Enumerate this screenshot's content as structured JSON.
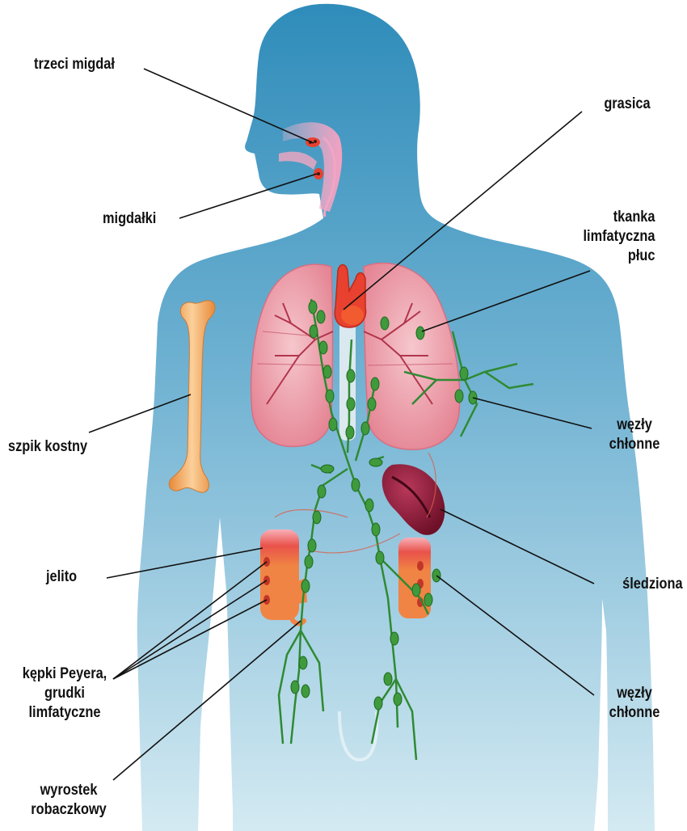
{
  "labels": {
    "trzeci_migdal": "trzeci migdał",
    "migdalki": "migdałki",
    "grasica": "grasica",
    "tkanka": [
      "tkanka",
      "limfatyczna",
      "płuc"
    ],
    "wezly_upper": [
      "węzły",
      "chłonne"
    ],
    "szpik": "szpik kostny",
    "jelito": "jelito",
    "sledziona": "śledziona",
    "kepki": [
      "kępki Peyera,",
      "grudki",
      "limfatyczne"
    ],
    "wezly_lower": [
      "węzły",
      "chłonne"
    ],
    "wyrostek": [
      "wyrostek",
      "robaczkowy"
    ]
  },
  "colors": {
    "body_top": "#3a92bd",
    "body_bottom": "#d2e9f2",
    "lung": "#ec9aa6",
    "lymph": "#2f8a32",
    "node": "#3f9a3c",
    "spleen": "#7a1630",
    "bone": "#f0a55a",
    "intestine": "#ef7a3e"
  }
}
